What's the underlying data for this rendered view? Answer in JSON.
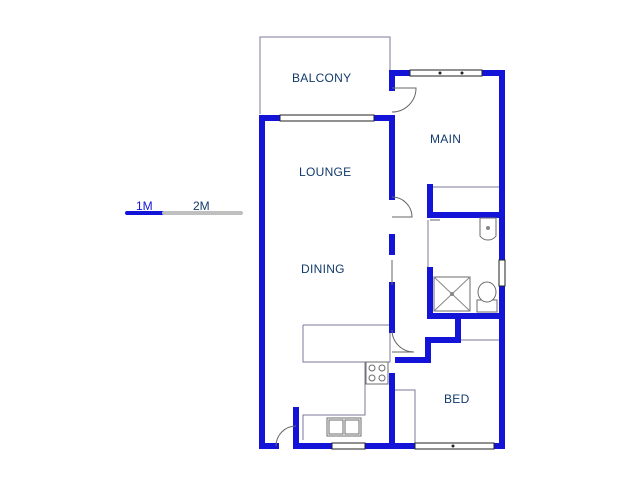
{
  "rooms": {
    "balcony": "BALCONY",
    "main": "MAIN",
    "lounge": "LOUNGE",
    "dining": "DINING",
    "bed": "BED"
  },
  "scale": {
    "one": "1M",
    "two": "2M"
  },
  "colors": {
    "wall": "#1414d9",
    "label": "#123a6b",
    "scale_grey": "#bfbfbf"
  }
}
